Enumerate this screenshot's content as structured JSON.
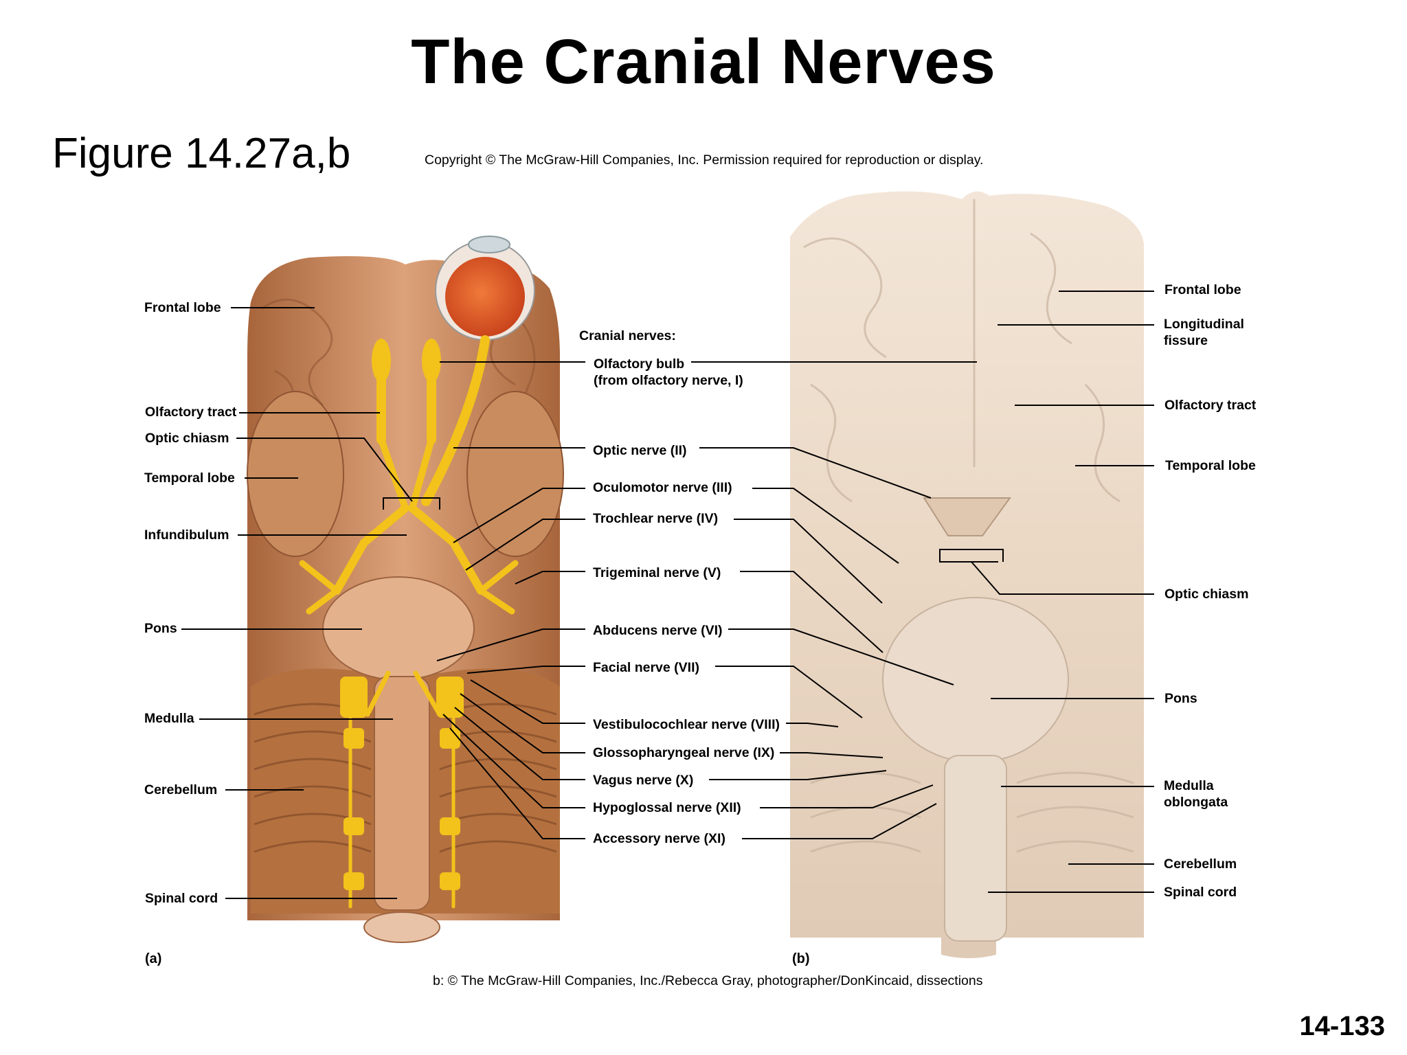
{
  "title": "The Cranial Nerves",
  "figure_label": "Figure 14.27a,b",
  "copyright": "Copyright © The McGraw-Hill Companies, Inc. Permission required for reproduction or display.",
  "credit": "b: © The McGraw-Hill Companies, Inc./Rebecca Gray, photographer/DonKincaid, dissections",
  "page_number": "14-133",
  "panel_a": {
    "letter": "(a)",
    "labels": {
      "frontal_lobe": "Frontal lobe",
      "olfactory_tract": "Olfactory tract",
      "optic_chiasm": "Optic chiasm",
      "temporal_lobe": "Temporal lobe",
      "infundibulum": "Infundibulum",
      "pons": "Pons",
      "medulla": "Medulla",
      "cerebellum": "Cerebellum",
      "spinal_cord": "Spinal cord"
    }
  },
  "cranial_nerves": {
    "heading": "Cranial nerves:",
    "items": {
      "olfactory": "Olfactory bulb\n(from olfactory nerve, I)",
      "optic": "Optic nerve (II)",
      "oculomotor": "Oculomotor nerve (III)",
      "trochlear": "Trochlear nerve (IV)",
      "trigeminal": "Trigeminal nerve (V)",
      "abducens": "Abducens nerve (VI)",
      "facial": "Facial nerve (VII)",
      "vestibulocochlear": "Vestibulocochlear nerve (VIII)",
      "glossopharyngeal": "Glossopharyngeal nerve (IX)",
      "vagus": "Vagus nerve (X)",
      "hypoglossal": "Hypoglossal nerve (XII)",
      "accessory": "Accessory nerve (XI)"
    }
  },
  "panel_b": {
    "letter": "(b)",
    "labels": {
      "frontal_lobe": "Frontal lobe",
      "longitudinal_fissure": "Longitudinal\nfissure",
      "olfactory_tract": "Olfactory tract",
      "temporal_lobe": "Temporal lobe",
      "optic_chiasm": "Optic chiasm",
      "pons": "Pons",
      "medulla_oblongata": "Medulla\noblongata",
      "cerebellum": "Cerebellum",
      "spinal_cord": "Spinal cord"
    }
  },
  "colors": {
    "brain_tan": "#c98c5e",
    "brain_dark": "#8f5533",
    "nerve_yellow": "#f3c21b",
    "eye_orange": "#e2581f",
    "photo_tissue": "#ecdccb"
  }
}
